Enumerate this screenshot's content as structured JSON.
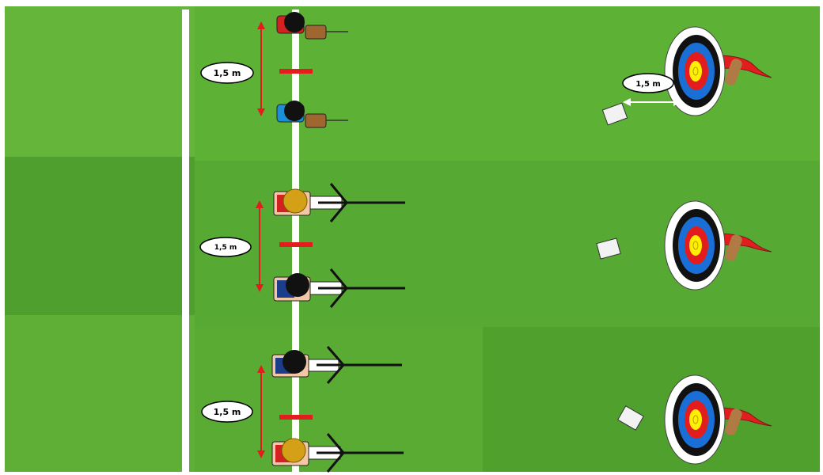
{
  "field": {
    "description_colors": {
      "grass_light": "#6cbf3f",
      "grass_dark": "#4a9a2c",
      "line": "#ffffff",
      "spacing_marker": "#e31d1d"
    }
  },
  "distance_labels": {
    "left_top": "1,5 m",
    "left_middle": "1,5 m",
    "left_bottom": "1,5 m",
    "target_top": "1,5 m"
  },
  "archers": [
    {
      "group": "top",
      "position": "upper",
      "shirt": "#d32020",
      "head": "#111111",
      "equipment": "bow"
    },
    {
      "group": "top",
      "position": "lower",
      "shirt": "#1a8fd6",
      "head": "#111111",
      "equipment": "bow"
    },
    {
      "group": "middle",
      "position": "upper",
      "shirt": "#d32020",
      "head": "#d4a017",
      "equipment": "crossbow"
    },
    {
      "group": "middle",
      "position": "lower",
      "shirt": "#1c3d8a",
      "head": "#111111",
      "equipment": "crossbow"
    },
    {
      "group": "bottom",
      "position": "upper",
      "shirt": "#1c3d8a",
      "head": "#111111",
      "equipment": "crossbow"
    },
    {
      "group": "bottom",
      "position": "lower",
      "shirt": "#d32020",
      "head": "#d4a017",
      "equipment": "crossbow"
    }
  ],
  "targets": [
    {
      "id": "target-top",
      "rings": [
        "#ffffff",
        "#111111",
        "#1a6fd6",
        "#e31d1d",
        "#ffef00"
      ]
    },
    {
      "id": "target-middle",
      "rings": [
        "#ffffff",
        "#111111",
        "#1a6fd6",
        "#e31d1d",
        "#ffef00"
      ]
    },
    {
      "id": "target-bottom",
      "rings": [
        "#ffffff",
        "#111111",
        "#1a6fd6",
        "#e31d1d",
        "#ffef00"
      ]
    }
  ]
}
